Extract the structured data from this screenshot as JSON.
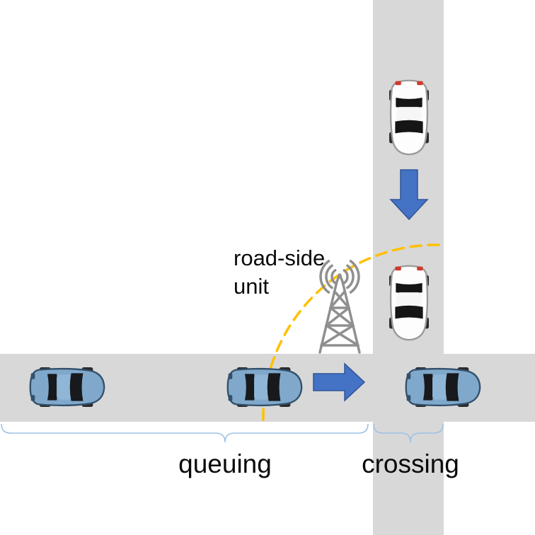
{
  "labels": {
    "rsu_line1": "road-side",
    "rsu_line2": "unit",
    "queuing": "queuing",
    "crossing": "crossing"
  },
  "colors": {
    "road": "#d8d8d8",
    "arrow_fill": "#4472c4",
    "arrow_outline": "#2f5597",
    "range_arc": "#ffc000",
    "brace": "#9dc3e6",
    "tower": "#8f8f8f",
    "label_text": "#0a0a0a",
    "car_blue_body": "#7fa8cb",
    "car_white_body": "#fdfdfd"
  },
  "icons": {
    "rsu_tower": "lattice-radio-tower",
    "signal_waves": "radio-signal-arcs",
    "down_arrow": "thick-down-arrow",
    "right_arrow": "thick-right-arrow",
    "range_arc": "dashed-quarter-circle",
    "queuing_brace": "horizontal-curly-brace",
    "crossing_brace": "horizontal-curly-brace"
  }
}
